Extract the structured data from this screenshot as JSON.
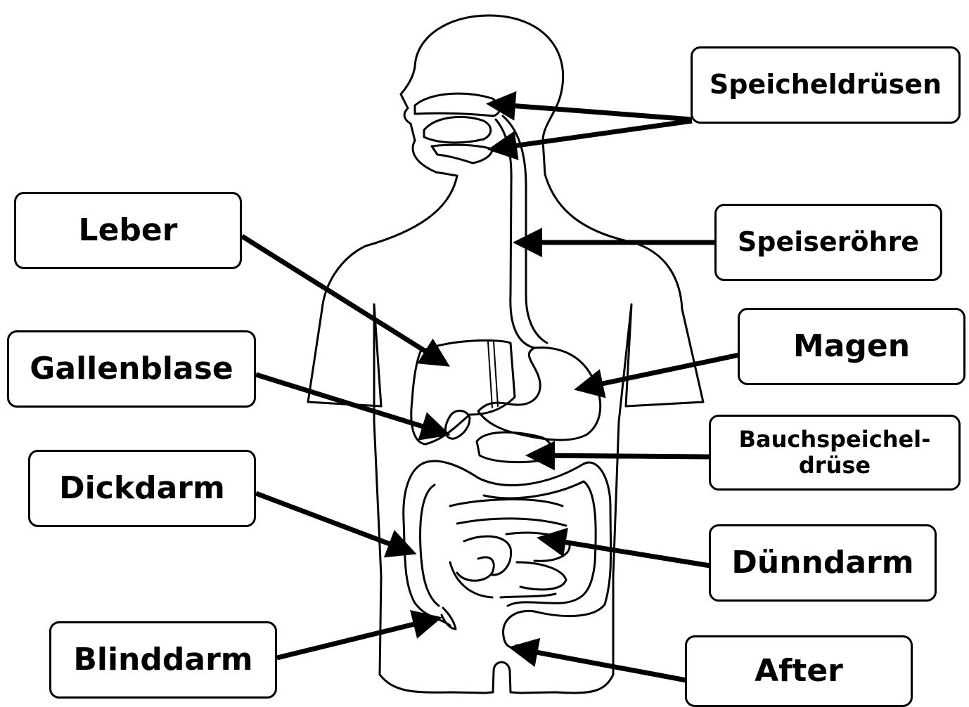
{
  "labels": {
    "speicheldruesen": "Speicheldrüsen",
    "speiseroehre": "Speiseröhre",
    "magen": "Magen",
    "bauchspeichel_line1": "Bauchspeichel-",
    "bauchspeichel_line2": "drüse",
    "duenndarm": "Dünndarm",
    "after": "After",
    "leber": "Leber",
    "gallenblase": "Gallenblase",
    "dickdarm": "Dickdarm",
    "blinddarm": "Blinddarm"
  },
  "colors": {
    "line": "#000000",
    "background": "#ffffff"
  }
}
